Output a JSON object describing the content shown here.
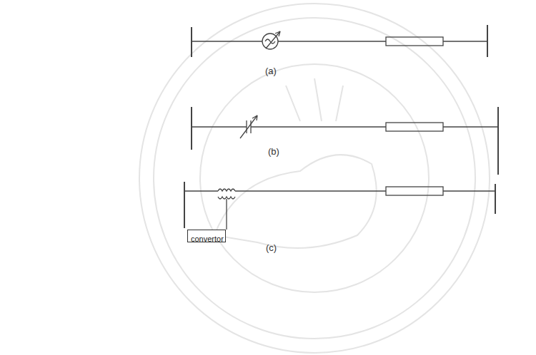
{
  "diagram": {
    "nodes": [
      {
        "text": [
          "convertor"
        ]
      }
    ],
    "labels": [
      "(a)",
      "(b)",
      "(c)"
    ]
  }
}
